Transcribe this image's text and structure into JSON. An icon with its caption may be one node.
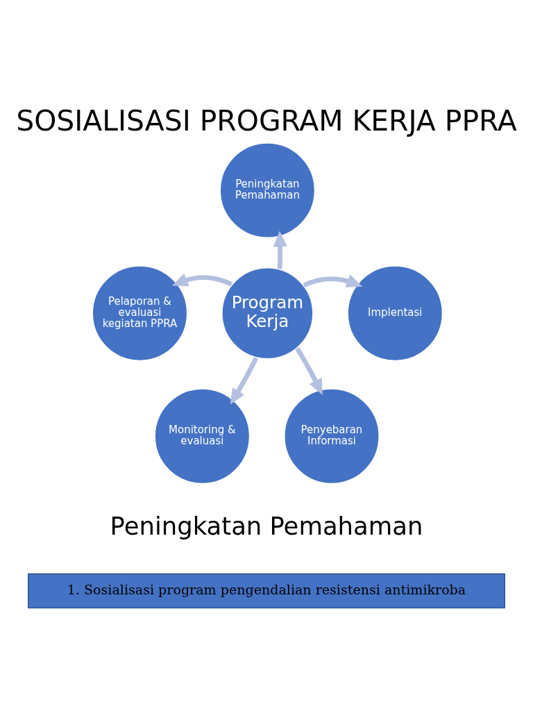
{
  "diagram": {
    "title": "SOSIALISASI PROGRAM KERJA PPRA",
    "nodes": [
      {
        "text": [
          "Program Kerja"
        ]
      },
      {
        "text": [
          "Peningkatan Pemahaman"
        ]
      },
      {
        "text": [
          "Implentasi"
        ]
      },
      {
        "text": [
          "Penyebaran Informasi"
        ]
      },
      {
        "text": [
          "Monitoring & evaluasi"
        ]
      },
      {
        "text": [
          "Pelaporan & evaluasi kegiatan PPRA"
        ]
      },
      {
        "text": [
          "1. Sosialisasi program pengendalian resistensi antimikroba"
        ]
      }
    ],
    "edges": [
      {
        "from": 0,
        "to": 1,
        "arrow": "to"
      },
      {
        "from": 0,
        "to": 2,
        "arrow": "to"
      },
      {
        "from": 0,
        "to": 3,
        "arrow": "to"
      },
      {
        "from": 0,
        "to": 4,
        "arrow": "to"
      },
      {
        "from": 0,
        "to": 5,
        "arrow": "to"
      }
    ],
    "labels": [
      "Peningkatan Pemahaman"
    ]
  }
}
